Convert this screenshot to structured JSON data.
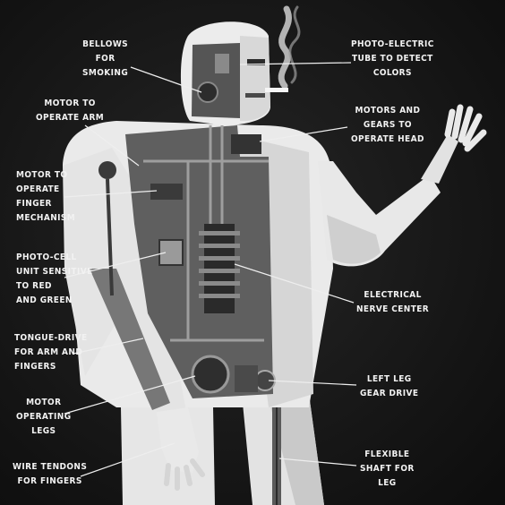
{
  "figure": {
    "labels": {
      "bellows": "BELLOWS\nFOR\nSMOKING",
      "motor_arm": "MOTOR TO\nOPERATE ARM",
      "motor_finger": "MOTOR TO\nOPERATE\nFINGER\nMECHANISM",
      "photo_cell": "PHOTO-CELL\nUNIT SENSITIVE\nTO RED\nAND GREEN",
      "tongue_drive": "TONGUE-DRIVE\nFOR ARM AND\nFINGERS",
      "motor_legs": "MOTOR\nOPERATING\nLEGS",
      "wire_tendons": "WIRE TENDONS\nFOR FINGERS",
      "photo_tube": "PHOTO-ELECTRIC\nTUBE TO DETECT\nCOLORS",
      "motors_head": "MOTORS AND\nGEARS TO\nOPERATE HEAD",
      "nerve_center": "ELECTRICAL\nNERVE CENTER",
      "left_leg_gear": "LEFT LEG\nGEAR DRIVE",
      "flexible_shaft": "FLEXIBLE\nSHAFT FOR\nLEG"
    },
    "colors": {
      "background": "#161616",
      "body": "#e9e9e9",
      "shadow": "#b9b9b9",
      "machinery": "#6a6a6a",
      "dark_parts": "#2a2a2a",
      "label_text": "#f2f2f2"
    }
  }
}
